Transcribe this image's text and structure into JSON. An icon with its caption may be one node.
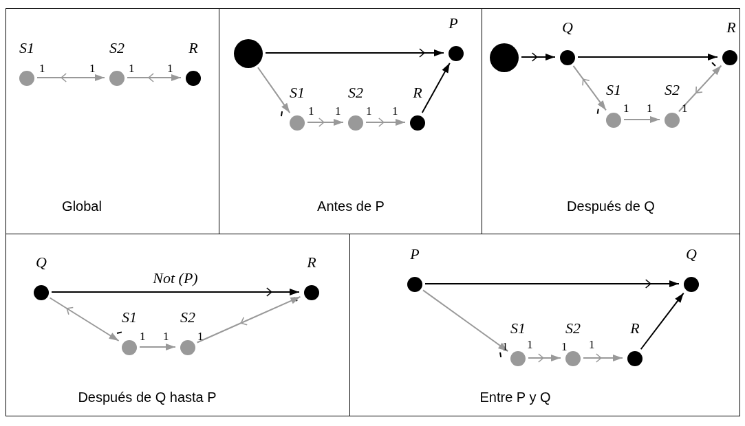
{
  "diagram": {
    "nodes": [
      {
        "text": [
          "Global"
        ]
      },
      {
        "text": [
          "S1"
        ],
        "in": 0
      },
      {
        "text": [
          "S2"
        ],
        "in": 0
      },
      {
        "text": [
          "R"
        ],
        "in": 0
      },
      {
        "text": [
          "Antes de P"
        ]
      },
      {
        "text": [],
        "shape": "circle",
        "in": 4
      },
      {
        "text": [
          "P"
        ],
        "in": 4
      },
      {
        "text": [
          "S1"
        ],
        "in": 4
      },
      {
        "text": [
          "S2"
        ],
        "in": 4
      },
      {
        "text": [
          "R"
        ],
        "in": 4
      },
      {
        "text": [
          "Después de Q"
        ]
      },
      {
        "text": [],
        "shape": "circle",
        "in": 10
      },
      {
        "text": [
          "Q"
        ],
        "in": 10
      },
      {
        "text": [
          "R"
        ],
        "in": 10
      },
      {
        "text": [
          "S1"
        ],
        "in": 10
      },
      {
        "text": [
          "S2"
        ],
        "in": 10
      },
      {
        "text": [
          "Después de Q hasta P"
        ]
      },
      {
        "text": [
          "Q"
        ],
        "in": 16
      },
      {
        "text": [
          "R"
        ],
        "in": 16
      },
      {
        "text": [
          "S1"
        ],
        "in": 16
      },
      {
        "text": [
          "S2"
        ],
        "in": 16
      },
      {
        "text": [
          "Entre P y Q"
        ]
      },
      {
        "text": [
          "P"
        ],
        "in": 21
      },
      {
        "text": [
          "Q"
        ],
        "in": 21
      },
      {
        "text": [
          "S1"
        ],
        "in": 21
      },
      {
        "text": [
          "S2"
        ],
        "in": 21
      },
      {
        "text": [
          "R"
        ],
        "in": 21
      }
    ],
    "edges": [
      {
        "from": 1,
        "to": 2,
        "arrow": "to"
      },
      {
        "from": 2,
        "to": 3,
        "arrow": "to"
      },
      {
        "from": 5,
        "to": 6,
        "arrow": "to",
        "color": "#000000"
      },
      {
        "from": 5,
        "to": 7,
        "arrow": "to"
      },
      {
        "from": 7,
        "to": 8,
        "arrow": "to"
      },
      {
        "from": 8,
        "to": 9,
        "arrow": "to"
      },
      {
        "from": 9,
        "to": 6,
        "arrow": "to",
        "color": "#000000"
      },
      {
        "from": 11,
        "to": 12,
        "arrow": "to",
        "color": "#000000"
      },
      {
        "from": 12,
        "to": 13,
        "arrow": "to",
        "color": "#000000"
      },
      {
        "from": 12,
        "to": 14,
        "arrow": "to"
      },
      {
        "from": 14,
        "to": 15,
        "arrow": "to"
      },
      {
        "from": 15,
        "to": 13,
        "arrow": "to"
      },
      {
        "from": 17,
        "to": 18,
        "arrow": "to",
        "label": "Not (P)",
        "color": "#000000"
      },
      {
        "from": 17,
        "to": 19,
        "arrow": "to"
      },
      {
        "from": 19,
        "to": 20,
        "arrow": "to"
      },
      {
        "from": 20,
        "to": 18,
        "arrow": "to"
      },
      {
        "from": 22,
        "to": 23,
        "arrow": "to",
        "color": "#000000"
      },
      {
        "from": 22,
        "to": 24,
        "arrow": "to"
      },
      {
        "from": 24,
        "to": 25,
        "arrow": "to"
      },
      {
        "from": 25,
        "to": 26,
        "arrow": "to"
      },
      {
        "from": 26,
        "to": 23,
        "arrow": "to",
        "color": "#000000"
      }
    ],
    "labels": [
      "1",
      "1",
      "1",
      "1",
      "1",
      "1",
      "1",
      "1",
      "1",
      "1",
      "1",
      "1",
      "1",
      "1",
      "1",
      "1",
      "1",
      "1"
    ]
  }
}
